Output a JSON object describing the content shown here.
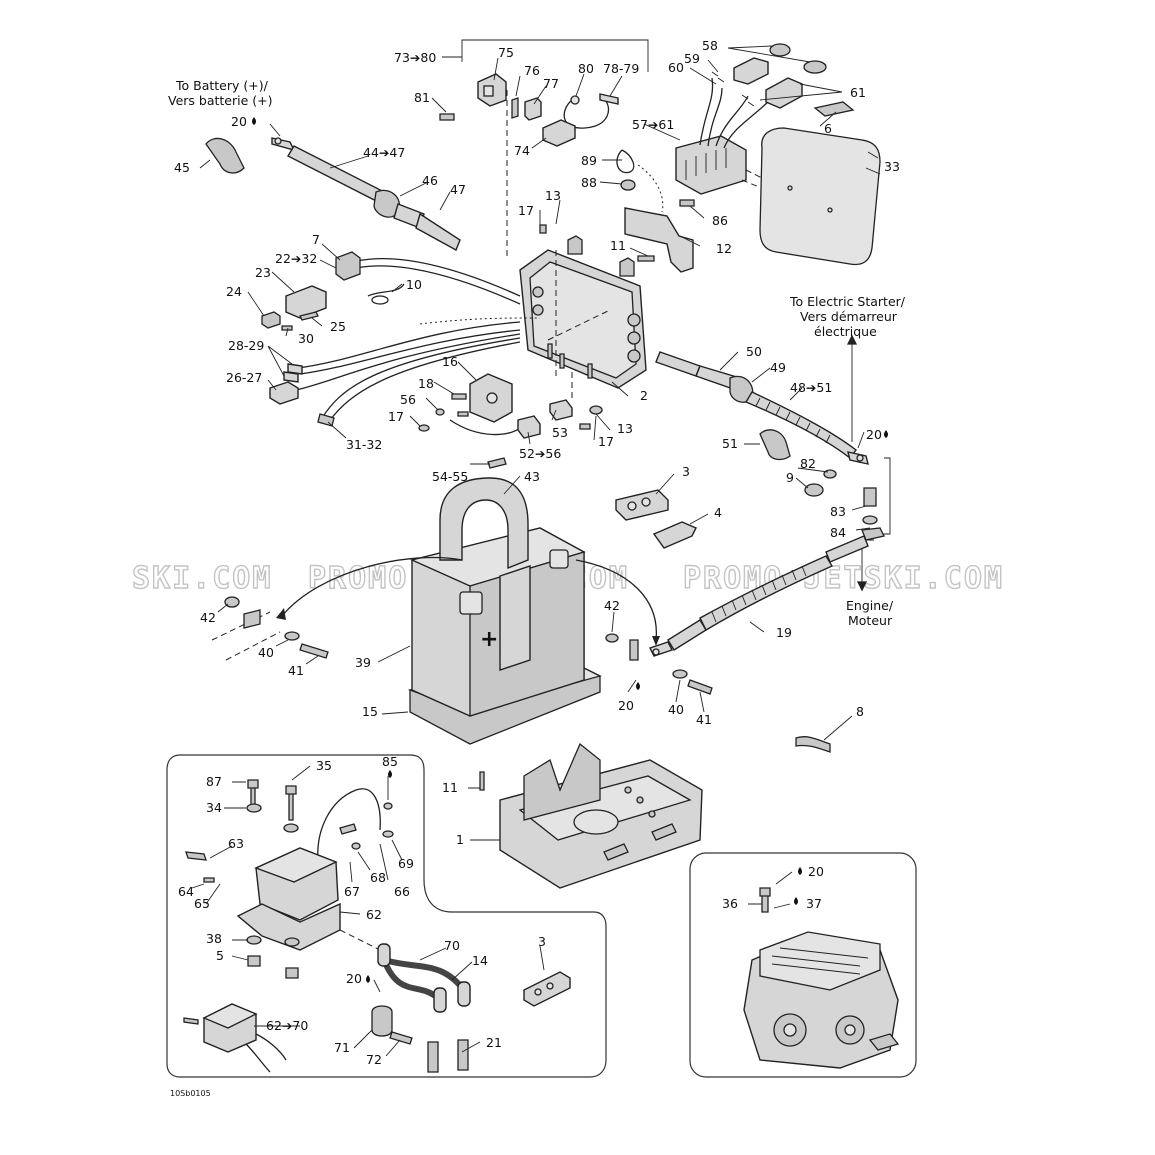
{
  "notes": {
    "battery": [
      "To Battery (+)/",
      "Vers batterie (+)"
    ],
    "starter": [
      "To Electric Starter/",
      "Vers démarreur",
      "électrique"
    ],
    "engine": [
      "Engine/",
      "Moteur"
    ],
    "range_top": "73➔80",
    "plus_sign": "+"
  },
  "watermark": {
    "left": "SKI.COM",
    "middle": "PROMO-JETSKI.COM",
    "right": "PROMO-JETSKI.COM"
  },
  "drawing_code": "10Sb0105",
  "callouts": [
    {
      "id": "c75",
      "text": "75"
    },
    {
      "id": "c76",
      "text": "76"
    },
    {
      "id": "c77",
      "text": "77"
    },
    {
      "id": "c80",
      "text": "80"
    },
    {
      "id": "c7879",
      "text": "78-79"
    },
    {
      "id": "c81",
      "text": "81"
    },
    {
      "id": "c74",
      "text": "74"
    },
    {
      "id": "c58",
      "text": "58"
    },
    {
      "id": "c59",
      "text": "59"
    },
    {
      "id": "c60",
      "text": "60"
    },
    {
      "id": "c61",
      "text": "61"
    },
    {
      "id": "c5761",
      "text": "57➔61"
    },
    {
      "id": "c6",
      "text": "6"
    },
    {
      "id": "c33",
      "text": "33"
    },
    {
      "id": "c89",
      "text": "89"
    },
    {
      "id": "c88",
      "text": "88"
    },
    {
      "id": "c86",
      "text": "86"
    },
    {
      "id": "c12",
      "text": "12"
    },
    {
      "id": "c11a",
      "text": "11"
    },
    {
      "id": "c13a",
      "text": "13"
    },
    {
      "id": "c17a",
      "text": "17"
    },
    {
      "id": "c20a",
      "text": "20"
    },
    {
      "id": "c45",
      "text": "45"
    },
    {
      "id": "c4447",
      "text": "44➔47"
    },
    {
      "id": "c46",
      "text": "46"
    },
    {
      "id": "c47",
      "text": "47"
    },
    {
      "id": "c7",
      "text": "7"
    },
    {
      "id": "c2232",
      "text": "22➔32"
    },
    {
      "id": "c23",
      "text": "23"
    },
    {
      "id": "c24",
      "text": "24"
    },
    {
      "id": "c10",
      "text": "10"
    },
    {
      "id": "c25",
      "text": "25"
    },
    {
      "id": "c30",
      "text": "30"
    },
    {
      "id": "c2829",
      "text": "28-29"
    },
    {
      "id": "c2627",
      "text": "26-27"
    },
    {
      "id": "c3132",
      "text": "31-32"
    },
    {
      "id": "c16",
      "text": "16"
    },
    {
      "id": "c18",
      "text": "18"
    },
    {
      "id": "c56",
      "text": "56"
    },
    {
      "id": "c17b",
      "text": "17"
    },
    {
      "id": "c53",
      "text": "53"
    },
    {
      "id": "c13b",
      "text": "13"
    },
    {
      "id": "c17c",
      "text": "17"
    },
    {
      "id": "c5256",
      "text": "52➔56"
    },
    {
      "id": "c5455",
      "text": "54-55"
    },
    {
      "id": "c2",
      "text": "2"
    },
    {
      "id": "c50",
      "text": "50"
    },
    {
      "id": "c49",
      "text": "49"
    },
    {
      "id": "c4851",
      "text": "48➔51"
    },
    {
      "id": "c20b",
      "text": "20"
    },
    {
      "id": "c51",
      "text": "51"
    },
    {
      "id": "c82",
      "text": "82"
    },
    {
      "id": "c9",
      "text": "9"
    },
    {
      "id": "c83",
      "text": "83"
    },
    {
      "id": "c84",
      "text": "84"
    },
    {
      "id": "c3a",
      "text": "3"
    },
    {
      "id": "c4",
      "text": "4"
    },
    {
      "id": "c43",
      "text": "43"
    },
    {
      "id": "c42a",
      "text": "42"
    },
    {
      "id": "c40a",
      "text": "40"
    },
    {
      "id": "c41a",
      "text": "41"
    },
    {
      "id": "c39",
      "text": "39"
    },
    {
      "id": "c15",
      "text": "15"
    },
    {
      "id": "c42b",
      "text": "42"
    },
    {
      "id": "c19",
      "text": "19"
    },
    {
      "id": "c20c",
      "text": "20"
    },
    {
      "id": "c40b",
      "text": "40"
    },
    {
      "id": "c41b",
      "text": "41"
    },
    {
      "id": "c8",
      "text": "8"
    },
    {
      "id": "c87",
      "text": "87"
    },
    {
      "id": "c35",
      "text": "35"
    },
    {
      "id": "c34",
      "text": "34"
    },
    {
      "id": "c85",
      "text": "85"
    },
    {
      "id": "c63",
      "text": "63"
    },
    {
      "id": "c69",
      "text": "69"
    },
    {
      "id": "c67",
      "text": "67"
    },
    {
      "id": "c68",
      "text": "68"
    },
    {
      "id": "c66",
      "text": "66"
    },
    {
      "id": "c64",
      "text": "64"
    },
    {
      "id": "c65",
      "text": "65"
    },
    {
      "id": "c62",
      "text": "62"
    },
    {
      "id": "c38",
      "text": "38"
    },
    {
      "id": "c5",
      "text": "5"
    },
    {
      "id": "c70",
      "text": "70"
    },
    {
      "id": "c14",
      "text": "14"
    },
    {
      "id": "c20d",
      "text": "20"
    },
    {
      "id": "c71",
      "text": "71"
    },
    {
      "id": "c72",
      "text": "72"
    },
    {
      "id": "c21",
      "text": "21"
    },
    {
      "id": "c6270",
      "text": "62➔70"
    },
    {
      "id": "c3b",
      "text": "3"
    },
    {
      "id": "c11b",
      "text": "11"
    },
    {
      "id": "c1",
      "text": "1"
    },
    {
      "id": "c20e",
      "text": "20"
    },
    {
      "id": "c36",
      "text": "36"
    },
    {
      "id": "c37",
      "text": "37"
    }
  ]
}
